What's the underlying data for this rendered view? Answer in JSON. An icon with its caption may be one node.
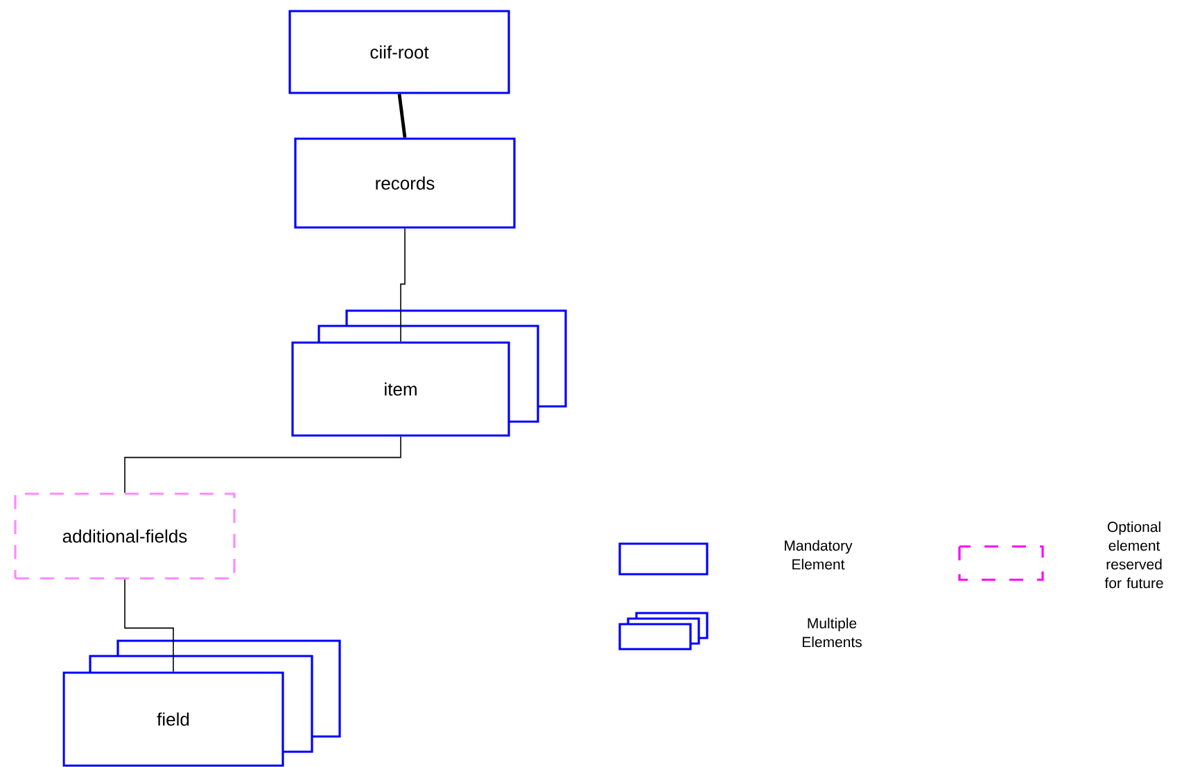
{
  "diagram": {
    "nodes": [
      {
        "text": [
          "ciif-root"
        ]
      },
      {
        "text": [
          "records"
        ]
      },
      {
        "text": [
          "item"
        ]
      },
      {
        "text": [
          "additional-fields"
        ]
      },
      {
        "text": [
          "field"
        ]
      }
    ],
    "edges": [
      {
        "from": 0,
        "to": 1,
        "arrow": "none",
        "style": "thick"
      },
      {
        "from": 1,
        "to": 2,
        "arrow": "none"
      },
      {
        "from": 2,
        "to": 3,
        "arrow": "none"
      },
      {
        "from": 3,
        "to": 4,
        "arrow": "none"
      }
    ],
    "legend": [
      {
        "text": "Mandatory Element"
      },
      {
        "text": "Multiple Elements"
      },
      {
        "text": "Optional element reserved for future"
      }
    ]
  }
}
